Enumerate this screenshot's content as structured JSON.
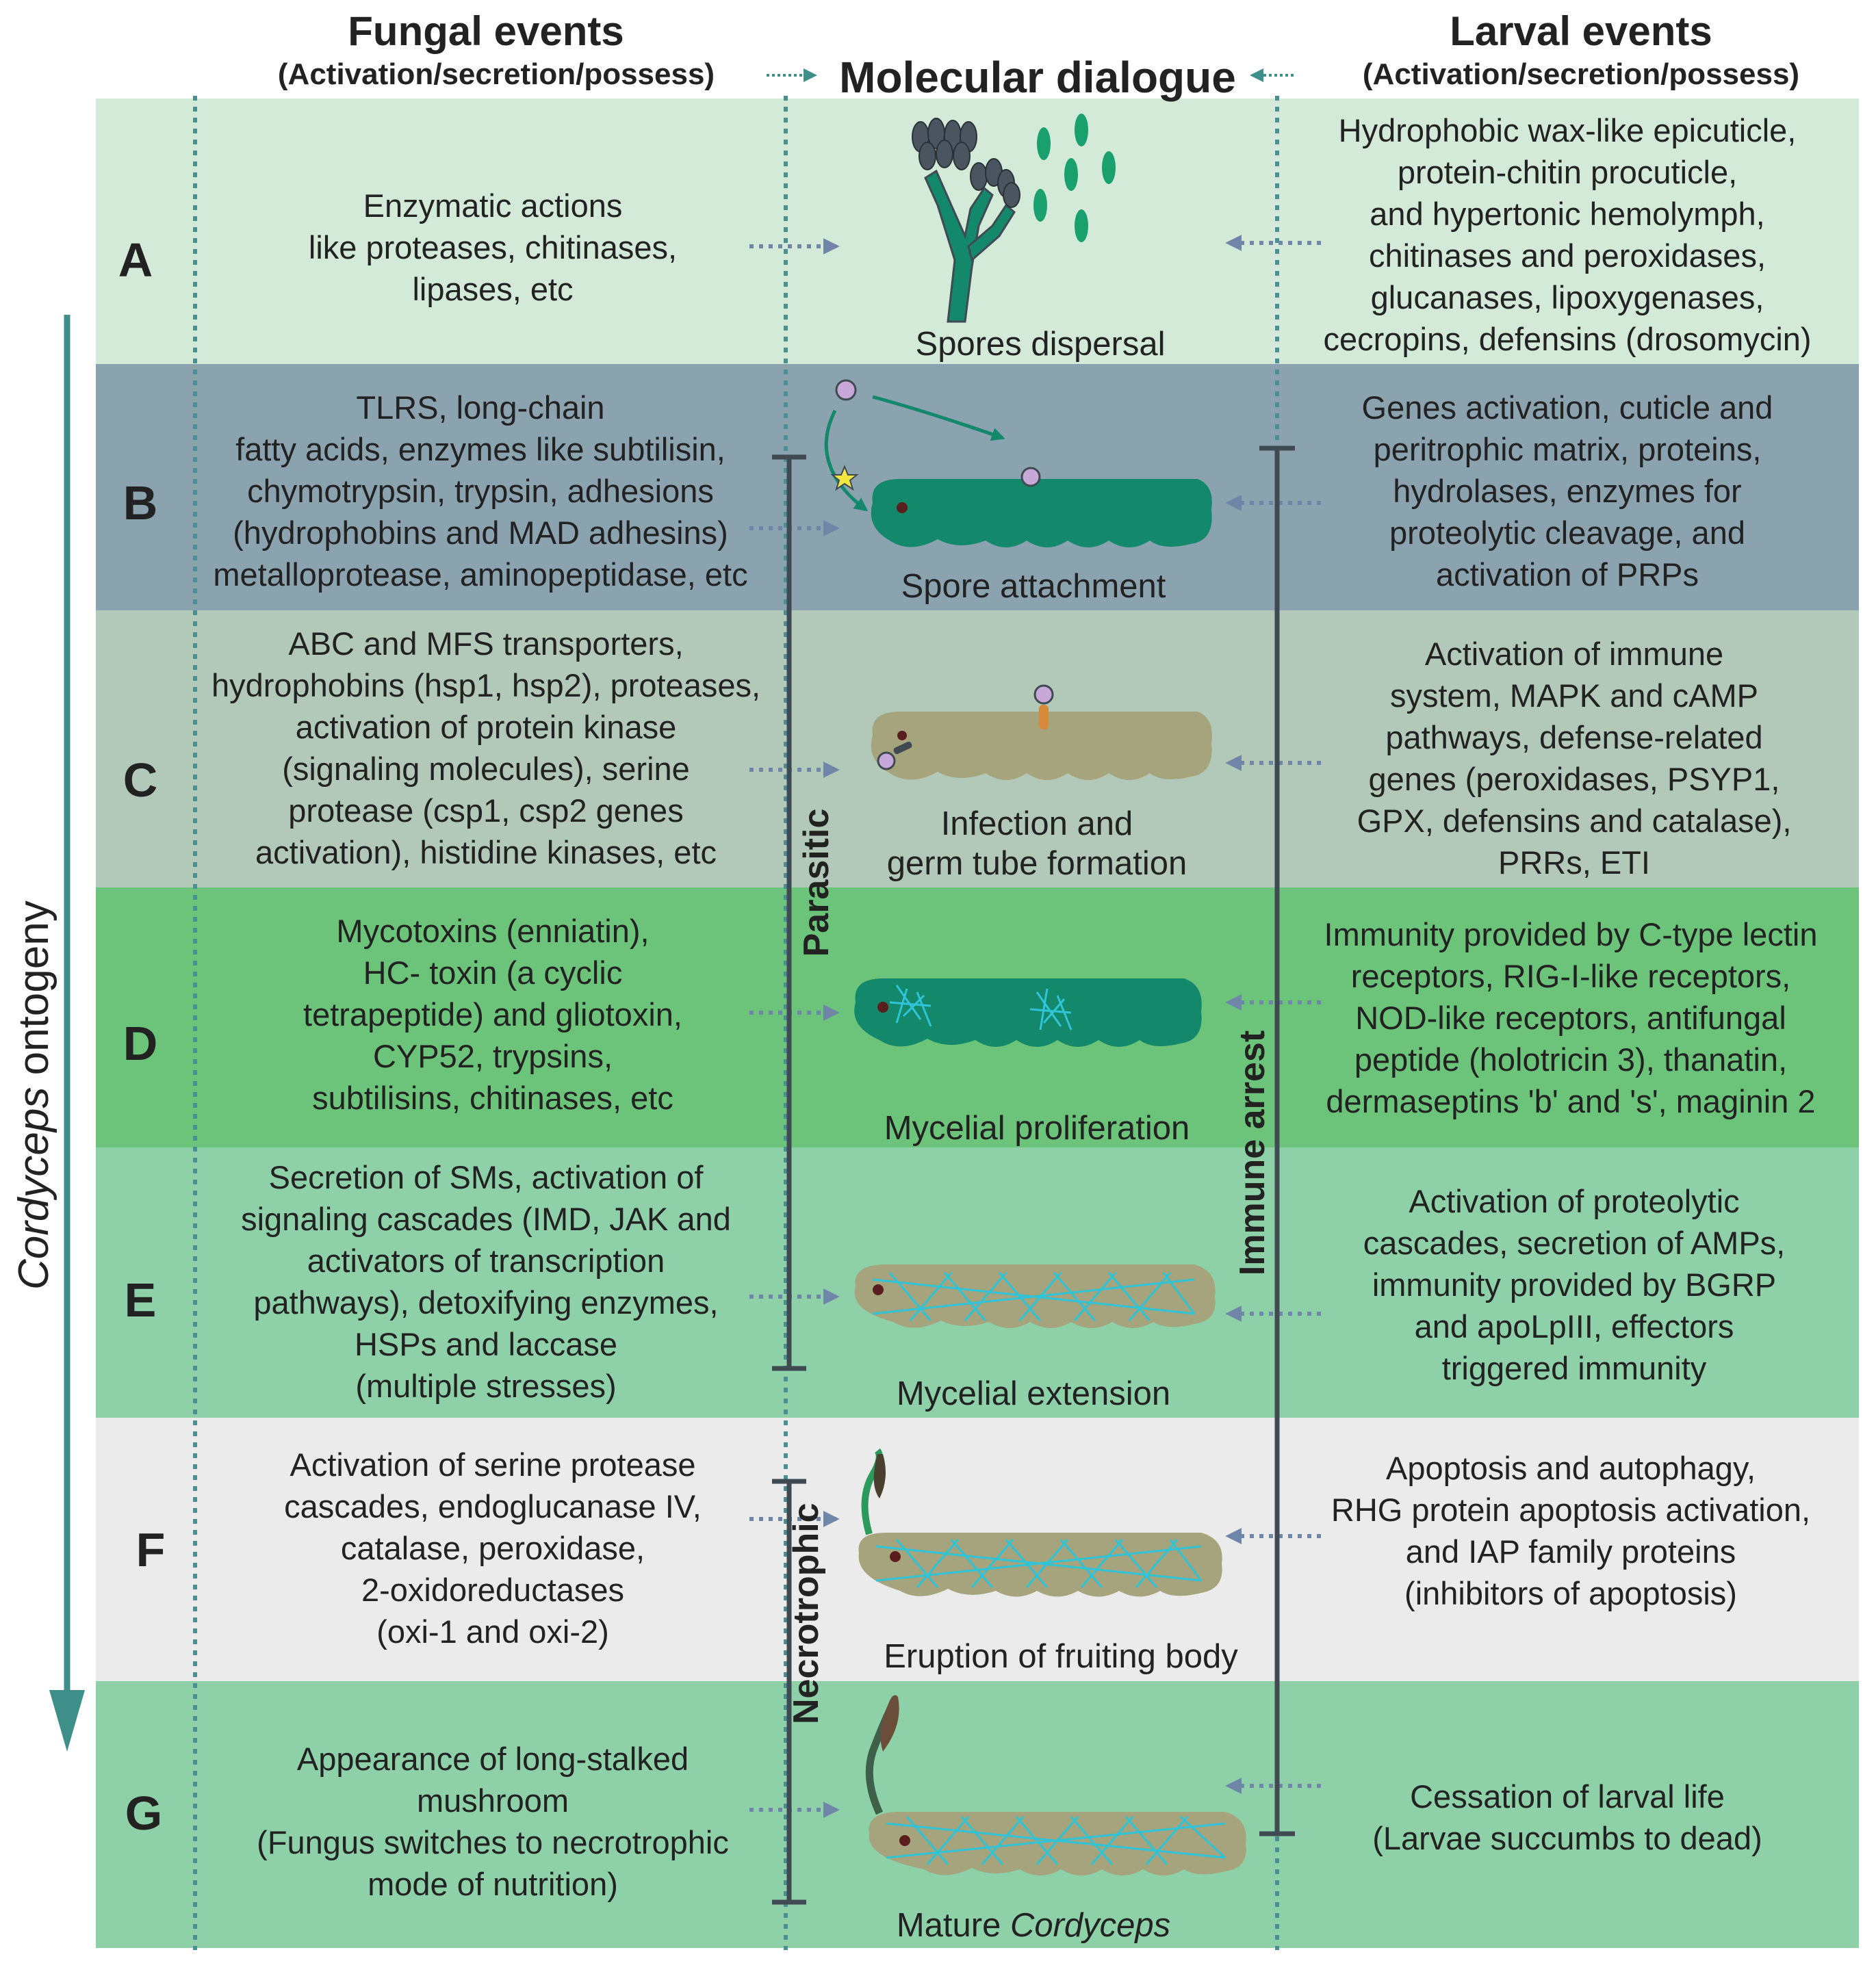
{
  "header": {
    "fungal_title": "Fungal events",
    "fungal_subtitle": "(Activation/secretion/possess)",
    "center_title": "Molecular dialogue",
    "larval_title": "Larval events",
    "larval_subtitle": "(Activation/secretion/possess)"
  },
  "axis": {
    "ontogeny_italic": "Cordyceps",
    "ontogeny_rest": " ontogeny"
  },
  "phases": {
    "parasitic": "Parasitic",
    "necrotrophic": "Necrotrophic",
    "immune_arrest": "Immune arrest"
  },
  "colors": {
    "band_a": "#d3ead9",
    "band_b": "#8aa3ae",
    "band_c": "#b2c9b9",
    "band_d": "#6cc47a",
    "band_e": "#8ed0a8",
    "band_f": "#ebebeb",
    "band_g": "#8ed0a8",
    "dotted_line": "#4a8f94",
    "arrow": "#6f86a8",
    "ontogeny_arrow": "#3e8e8a",
    "larva_green": "#14886a",
    "larva_olive": "#a5a47c",
    "mycelium": "#2fc4d8",
    "bracket": "#3f4a52"
  },
  "rows": [
    {
      "letter": "A",
      "fungal": [
        "Enzymatic actions",
        "like proteases, chitinases,",
        "lipases, etc"
      ],
      "larval": [
        "Hydrophobic wax-like epicuticle,",
        "protein-chitin procuticle,",
        "and hypertonic hemolymph,",
        "chitinases and peroxidases,",
        "glucanases, lipoxygenases,",
        "cecropins, defensins (drosomycin)"
      ],
      "stage": "Spores dispersal"
    },
    {
      "letter": "B",
      "fungal": [
        "TLRS, long-chain",
        "fatty acids, enzymes like subtilisin,",
        "chymotrypsin, trypsin, adhesions",
        "(hydrophobins and MAD adhesins)",
        "metalloprotease, aminopeptidase, etc"
      ],
      "larval": [
        "Genes activation, cuticle and",
        "peritrophic matrix, proteins,",
        "hydrolases, enzymes for",
        "proteolytic cleavage, and",
        "activation of PRPs"
      ],
      "stage": "Spore attachment"
    },
    {
      "letter": "C",
      "fungal": [
        "ABC and MFS transporters,",
        "hydrophobins (hsp1, hsp2), proteases,",
        "activation of protein kinase",
        "(signaling molecules),  serine",
        "protease (csp1, csp2 genes",
        "activation), histidine kinases, etc"
      ],
      "larval": [
        "Activation of immune",
        "system, MAPK and cAMP",
        "pathways, defense-related",
        "genes (peroxidases, PSYP1,",
        "GPX, defensins and catalase),",
        "PRRs, ETI"
      ],
      "stage_lines": [
        "Infection and",
        "germ tube formation"
      ]
    },
    {
      "letter": "D",
      "fungal": [
        "Mycotoxins (enniatin),",
        "HC- toxin (a cyclic",
        "tetrapeptide) and gliotoxin,",
        "CYP52, trypsins,",
        "subtilisins, chitinases, etc"
      ],
      "larval": [
        "Immunity provided by C-type lectin",
        "receptors, RIG-I-like receptors,",
        "NOD-like receptors, antifungal",
        "peptide (holotricin 3), thanatin,",
        "dermaseptins 'b' and 's', maginin 2"
      ],
      "stage": "Mycelial proliferation"
    },
    {
      "letter": "E",
      "fungal": [
        "Secretion of SMs, activation of",
        "signaling cascades (IMD, JAK and",
        "activators of transcription",
        "pathways), detoxifying enzymes,",
        "HSPs and laccase",
        "(multiple stresses)"
      ],
      "larval": [
        "Activation of proteolytic",
        "cascades, secretion of AMPs,",
        "immunity provided by BGRP",
        "and apoLpIII, effectors",
        "triggered immunity"
      ],
      "stage": "Mycelial extension"
    },
    {
      "letter": "F",
      "fungal": [
        "Activation of serine protease",
        "cascades, endoglucanase IV,",
        "catalase, peroxidase,",
        "2-oxidoreductases",
        "(oxi-1 and oxi-2)"
      ],
      "larval": [
        "Apoptosis and autophagy,",
        "RHG protein apoptosis activation,",
        "and IAP family proteins",
        "(inhibitors of apoptosis)"
      ],
      "stage": "Eruption of fruiting body"
    },
    {
      "letter": "G",
      "fungal": [
        "Appearance of long-stalked",
        "mushroom",
        "(Fungus switches to necrotrophic",
        "mode of nutrition)"
      ],
      "larval": [
        "Cessation of larval life",
        "(Larvae succumbs to dead)"
      ],
      "stage_prefix": "Mature ",
      "stage_italic": "Cordyceps"
    }
  ]
}
